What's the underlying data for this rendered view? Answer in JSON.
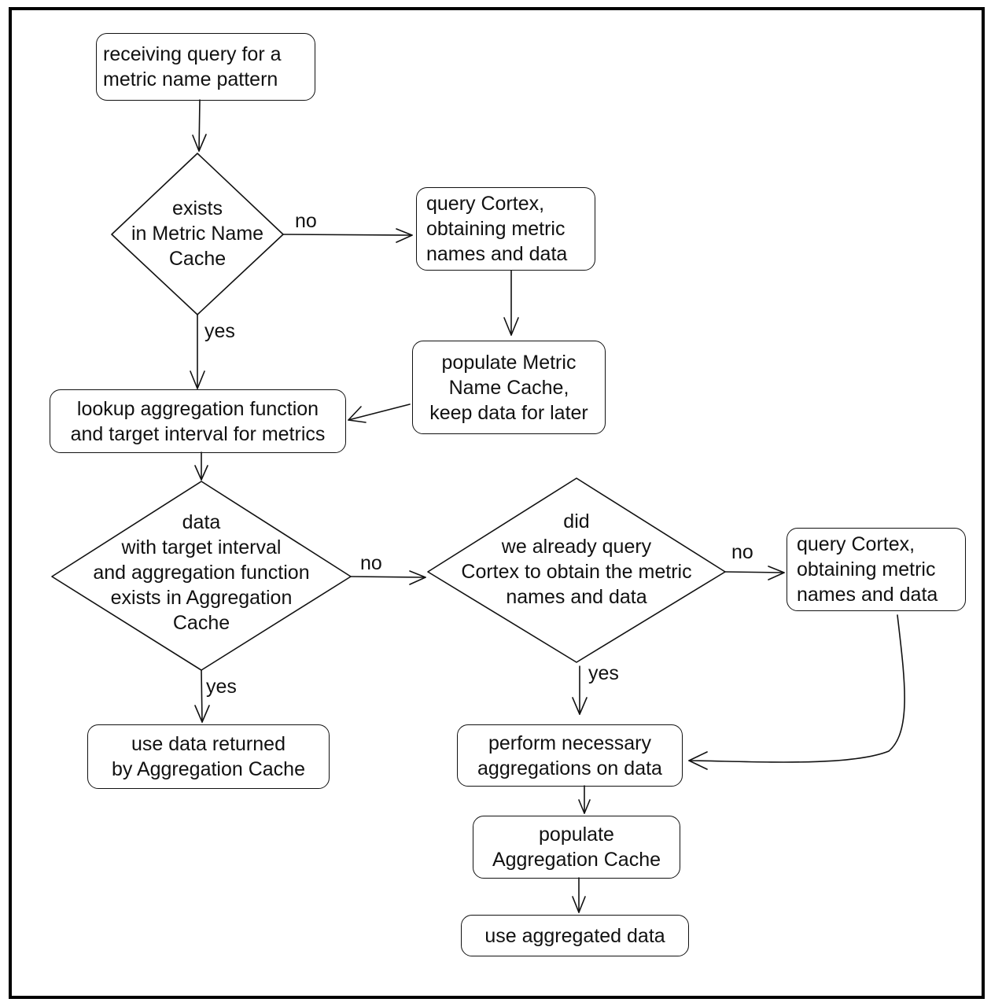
{
  "nodes": {
    "start": "receiving query for a\nmetric name pattern",
    "d1": "exists\nin Metric Name\nCache",
    "q1": "query Cortex,\nobtaining metric\nnames and data",
    "pop1": "populate Metric\nName Cache,\nkeep data for later",
    "lookup": "lookup aggregation function\nand target interval for metrics",
    "d2": "data\nwith target interval\nand aggregation function\nexists in Aggregation\nCache",
    "d3": "did\nwe already query\nCortex to obtain the metric\nnames and data",
    "q2": "query Cortex,\nobtaining metric\nnames and data",
    "useAgg": "use data returned\nby Aggregation Cache",
    "perform": "perform necessary\naggregations on data",
    "pop2": "populate\nAggregation Cache",
    "useData": "use aggregated data"
  },
  "edges": {
    "d1_no": "no",
    "d1_yes": "yes",
    "d2_no": "no",
    "d2_yes": "yes",
    "d3_no": "no",
    "d3_yes": "yes"
  }
}
